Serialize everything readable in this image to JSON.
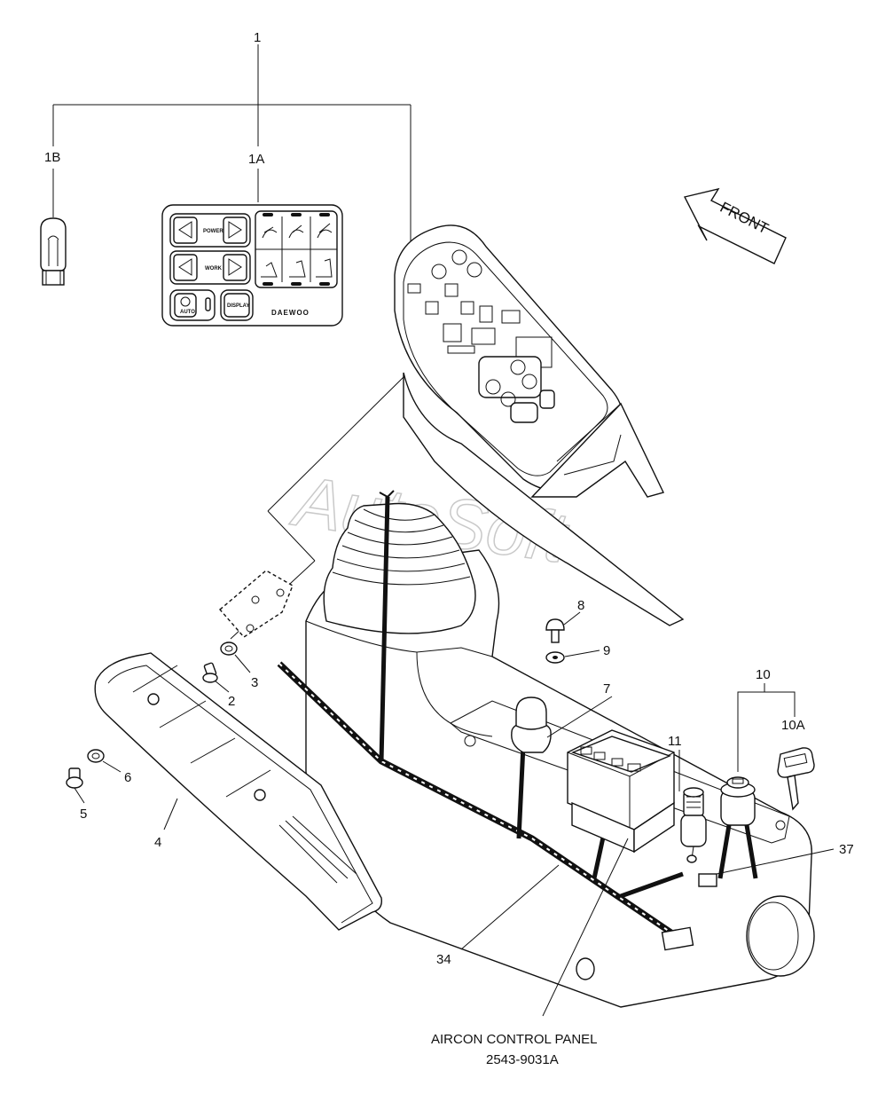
{
  "callouts": {
    "c1": "1",
    "c1a": "1A",
    "c1b": "1B",
    "c2": "2",
    "c3": "3",
    "c4": "4",
    "c5": "5",
    "c6": "6",
    "c7": "7",
    "c8": "8",
    "c9": "9",
    "c10": "10",
    "c10a": "10A",
    "c11": "11",
    "c34": "34",
    "c37": "37"
  },
  "panel_1a": {
    "power_label": "POWER",
    "work_label": "WORK",
    "auto_label": "AUTO",
    "display_label": "DISPLAY",
    "brand": "DAEWOO"
  },
  "front_arrow": "FRONT",
  "watermark": "AutoSoft",
  "aircon": {
    "title": "AIRCON CONTROL PANEL",
    "part_number": "2543-9031A"
  }
}
